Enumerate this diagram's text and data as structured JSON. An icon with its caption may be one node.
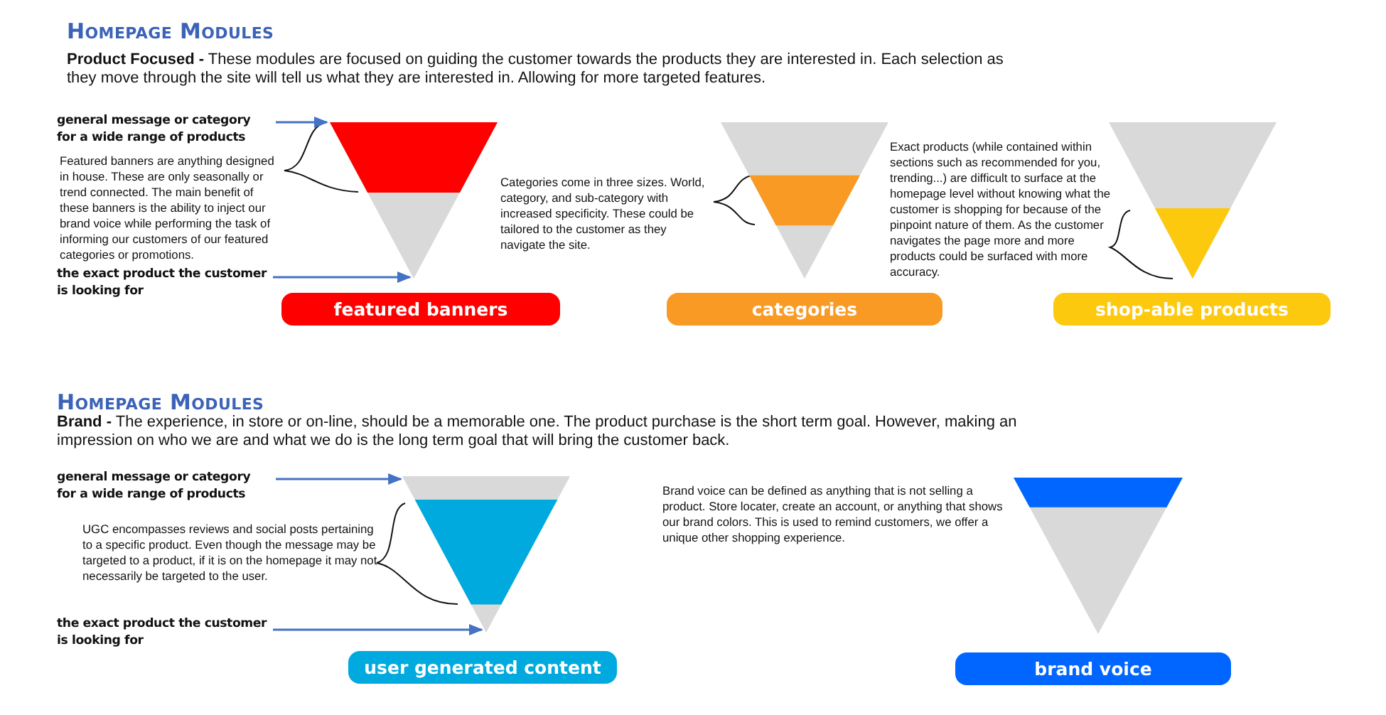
{
  "diagram": {
    "title": "Homepage Modules",
    "nodes": [
      {
        "text": [
          "general message or category for a wide range of products"
        ]
      },
      {
        "text": [
          "the exact product the customer is looking for"
        ]
      },
      {
        "text": [],
        "shape": "triangle"
      },
      {
        "text": [
          "featured banners"
        ]
      },
      {
        "text": [],
        "shape": "triangle"
      },
      {
        "text": [
          "categories"
        ]
      },
      {
        "text": [],
        "shape": "triangle"
      },
      {
        "text": [
          "shop-able products"
        ]
      },
      {
        "text": [
          "general message or category for a wide range of products"
        ]
      },
      {
        "text": [
          "the exact product the customer is looking for"
        ]
      },
      {
        "text": [],
        "shape": "triangle"
      },
      {
        "text": [
          "user generated content"
        ]
      },
      {
        "text": [],
        "shape": "triangle"
      },
      {
        "text": [
          "brand voice"
        ]
      }
    ],
    "edges": [
      {
        "from": 0,
        "to": 2,
        "arrow": "to"
      },
      {
        "from": 1,
        "to": 2,
        "arrow": "to"
      },
      {
        "from": 8,
        "to": 10,
        "arrow": "to"
      },
      {
        "from": 9,
        "to": 10,
        "arrow": "to"
      }
    ],
    "labels": [
      "**Product Focused -** These modules are focused on guiding the customer towards the products they are interested in. Each selection as they move through the site will tell us what they are interested in. Allowing for more targeted features.",
      "Featured banners are anything designed in house. These are only seasonally or trend connected. The main benefit of these banners is the ability to inject our brand voice while performing the task of informing our customers of our featured categories or promotions.",
      "Categories come in three sizes. World, category, and sub-category with increased specificity. These could be tailored to the customer as they navigate the site.",
      "Exact products (while contained within sections such as recommended for you, trending...) are difficult to surface at the homepage level without knowing what the customer is shopping for because of the pinpoint nature of them. As the customer navigates the page more and more products could be surfaced with more accuracy.",
      "Homepage Modules",
      "**Brand -** The experience, in store or on-line, should be a memorable one. The product purchase is the short term goal. However, making an impression on who we are and what we do is the long term goal that will bring the customer back.",
      "UGC encompasses reviews and social posts pertaining to a specific product. Even though the message may be targeted to a product, if it is on the homepage it may not necessarily be targeted to the user.",
      "Brand voice can be defined as anything that is not selling a product. Store locater, create an account, or anything that shows our brand colors. This is used to remind customers, we offer a unique other shopping experience."
    ]
  }
}
